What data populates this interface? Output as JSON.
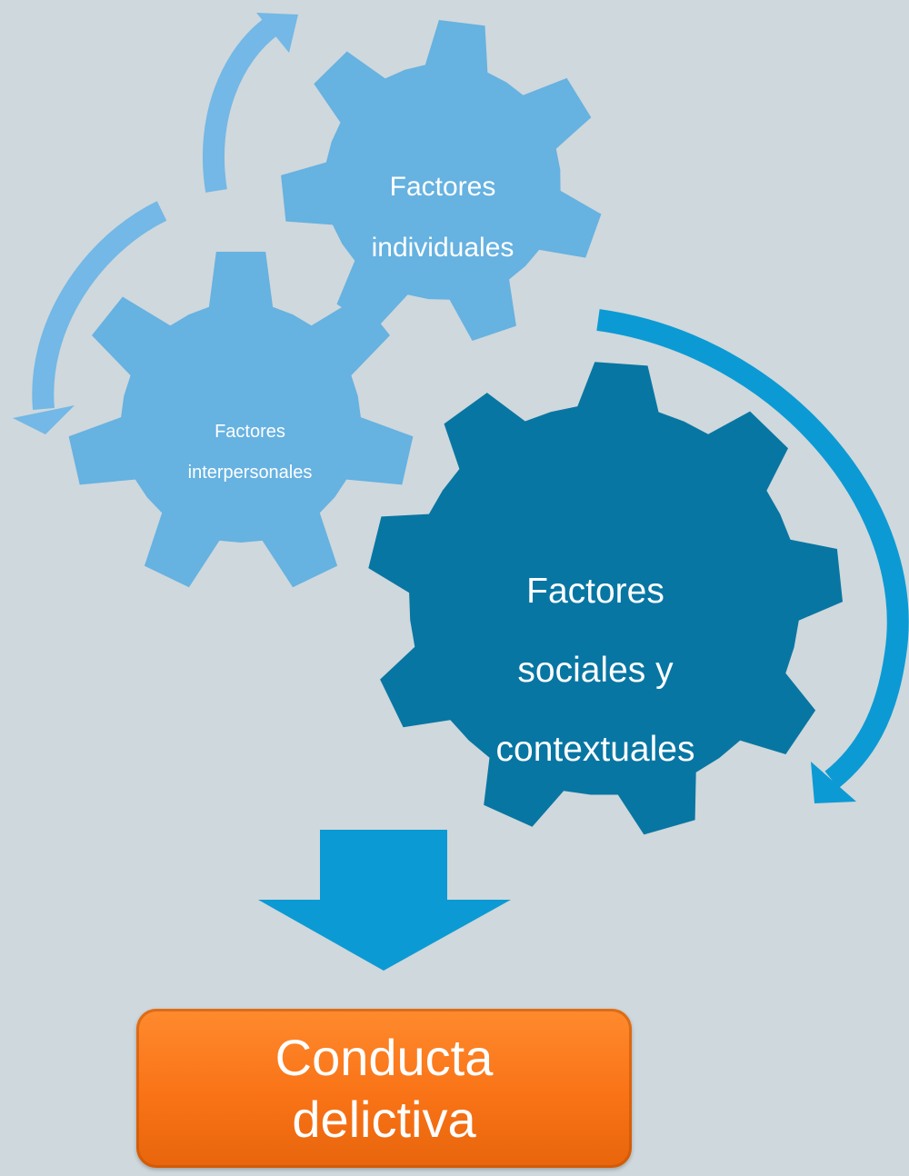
{
  "gears": {
    "individual": {
      "label_lines": [
        "Factores",
        "individuales"
      ]
    },
    "interpersonal": {
      "label_lines": [
        "Factores",
        "interpersonales"
      ]
    },
    "social": {
      "label_lines": [
        "Factores",
        "sociales y",
        "contextuales"
      ]
    }
  },
  "result": {
    "label_lines": [
      "Conducta",
      "delictiva"
    ]
  },
  "colors": {
    "background": "#cfd8dc",
    "gear_light": "#66b2e1",
    "gear_dark": "#0876a3",
    "arrow_light": "#73b8e6",
    "arrow_dark": "#0c9ad4",
    "result_box": "#f97316"
  }
}
